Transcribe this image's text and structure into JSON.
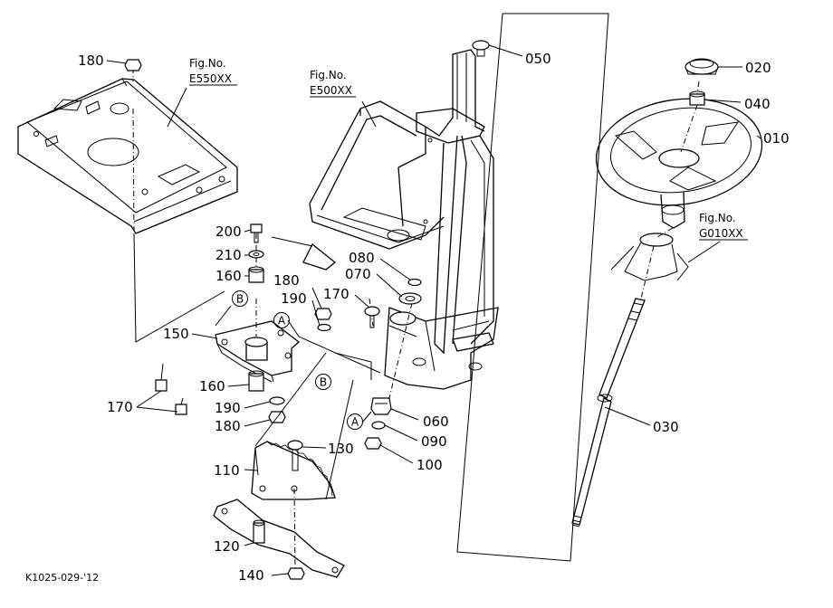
{
  "diagram": {
    "footer_code": "K1025-029-'12",
    "figure_refs": [
      {
        "id": "ref-e550",
        "line1": "Fig.No.",
        "line2": "E550XX"
      },
      {
        "id": "ref-e500",
        "line1": "Fig.No.",
        "line2": "E500XX"
      },
      {
        "id": "ref-g010",
        "line1": "Fig.No.",
        "line2": "G010XX"
      }
    ],
    "parts": {
      "p010": "010",
      "p020": "020",
      "p030": "030",
      "p040": "040",
      "p050": "050",
      "p060": "060",
      "p070": "070",
      "p080": "080",
      "p090": "090",
      "p100": "100",
      "p110": "110",
      "p120": "120",
      "p130": "130",
      "p140": "140",
      "p150": "150",
      "p160a": "160",
      "p160b": "160",
      "p170a": "170",
      "p170b": "170",
      "p180a": "180",
      "p180b": "180",
      "p180c": "180",
      "p190a": "190",
      "p190b": "190",
      "p200": "200",
      "p210": "210"
    },
    "markers": {
      "a1": "A",
      "a2": "A",
      "b1": "B",
      "b2": "B"
    }
  }
}
